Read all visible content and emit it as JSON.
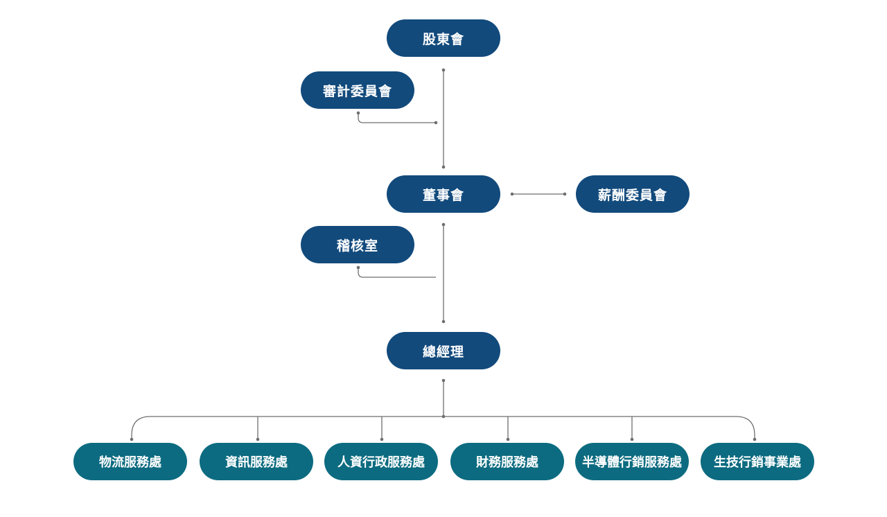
{
  "nodes": {
    "shareholders": "股東會",
    "audit_committee": "審計委員會",
    "board": "董事會",
    "compensation_committee": "薪酬委員會",
    "internal_audit": "稽核室",
    "general_manager": "總經理"
  },
  "departments": [
    "物流服務處",
    "資訊服務處",
    "人資行政服務處",
    "財務服務處",
    "半導體行銷服務處",
    "生技行銷事業處"
  ],
  "colors": {
    "governance_node": "#124a7c",
    "department_node": "#0c6b80",
    "connector": "#6e6e6e"
  }
}
